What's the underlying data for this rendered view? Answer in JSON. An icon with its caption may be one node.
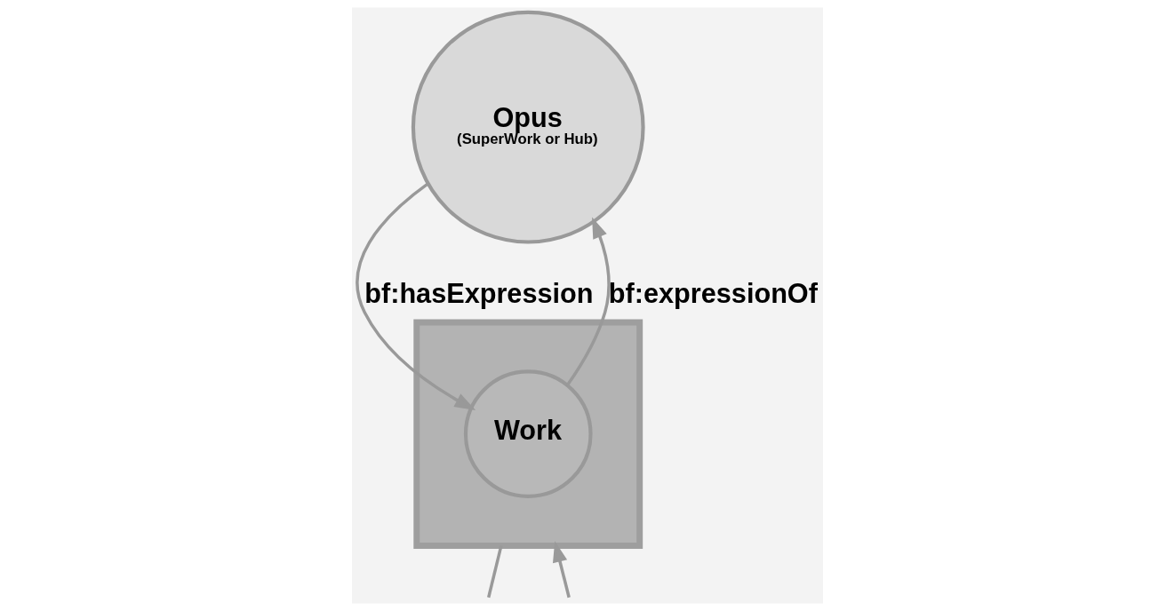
{
  "diagram": {
    "nodes": [
      {
        "text": [
          "Opus",
          "(SuperWork or Hub)"
        ]
      },
      {
        "text": [],
        "shape": "box"
      },
      {
        "text": [
          "Work"
        ],
        "in": 1
      }
    ],
    "edges": [
      {
        "from": 0,
        "to": 2,
        "arrow": "to",
        "label": "bf:hasExpression"
      },
      {
        "from": 2,
        "to": 0,
        "arrow": "to",
        "label": "bf:expressionOf"
      },
      {
        "from": 1,
        "to": null,
        "arrow": "none"
      },
      {
        "from": null,
        "to": 1,
        "arrow": "to"
      }
    ]
  }
}
